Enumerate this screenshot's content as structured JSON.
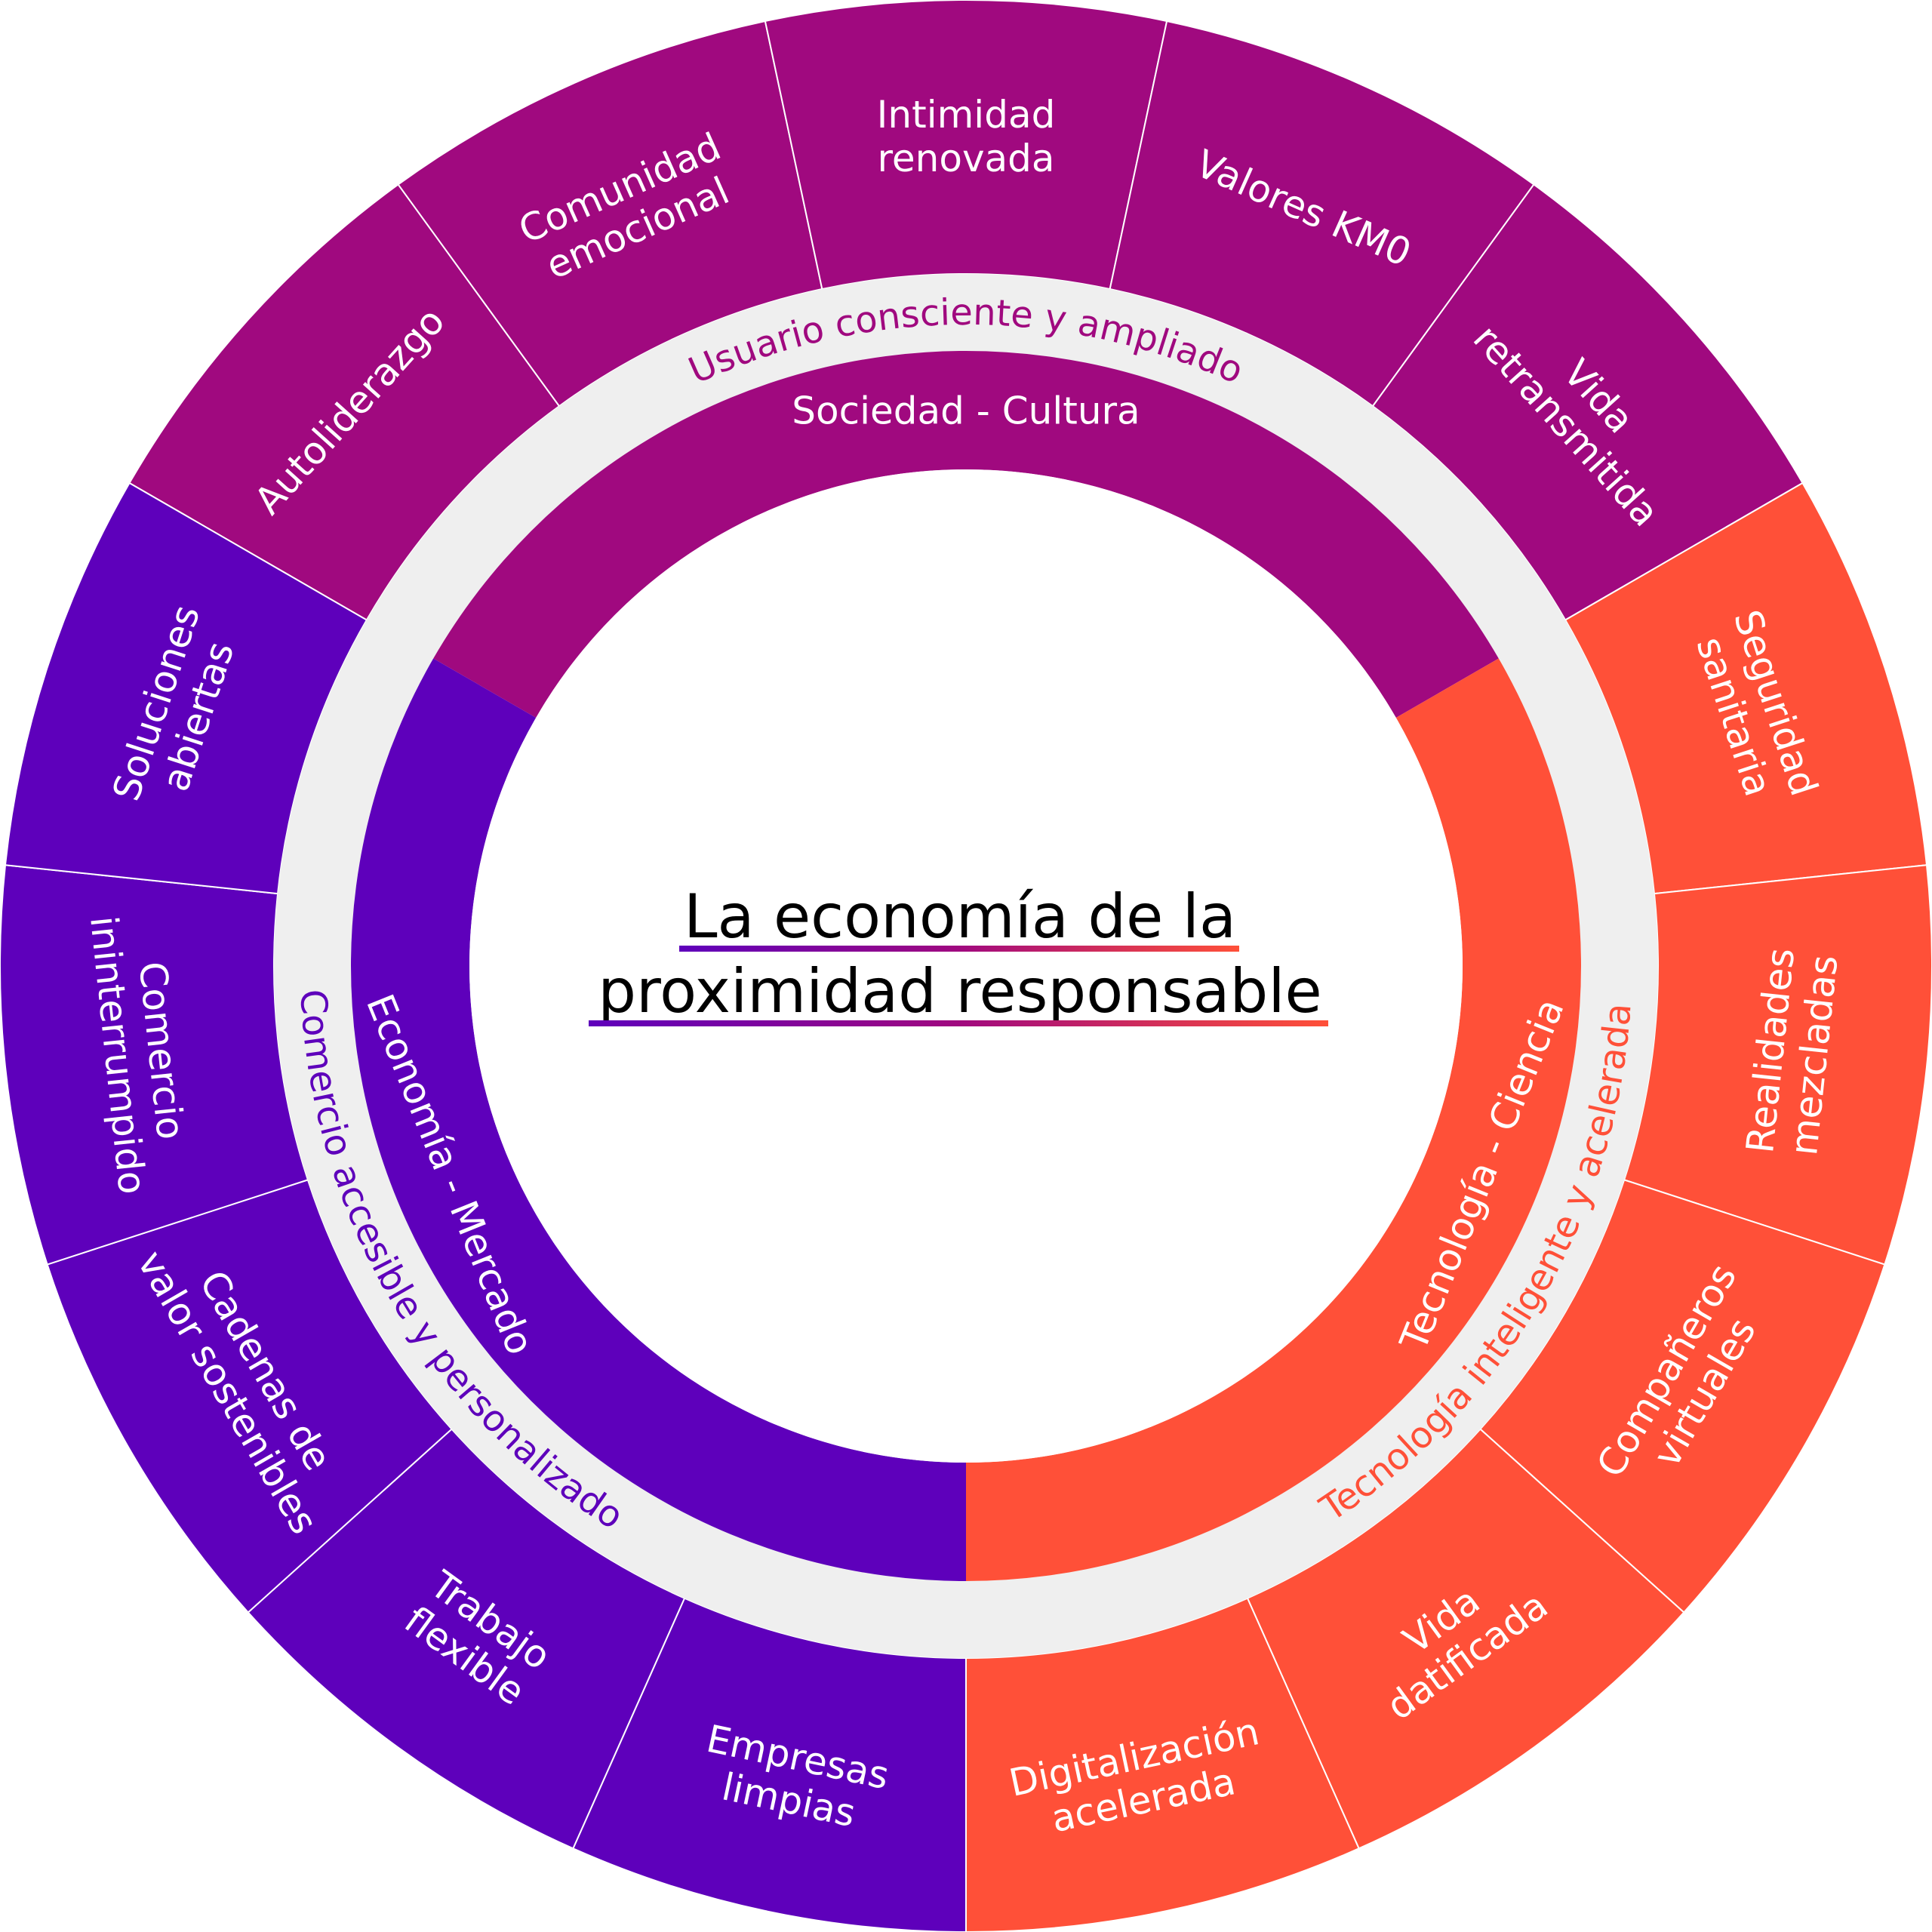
{
  "title": {
    "line1": "La economía de la",
    "line2": "proximidad responsable",
    "gradient": [
      "#5e00bb",
      "#a0097f",
      "#ff5038"
    ]
  },
  "colors": {
    "sociedad": "#a0097f",
    "economia": "#5e00bb",
    "tecnologia": "#ff5038",
    "ring": "#efefef",
    "divider": "#ffffff"
  },
  "categories": [
    {
      "id": "sociedad",
      "label": "Sociedad - Cultura"
    },
    {
      "id": "economia",
      "label": "Economía - Mercado"
    },
    {
      "id": "tecnologia",
      "label": "Tecnología - Ciencia"
    }
  ],
  "ring_labels": [
    {
      "id": "sociedad",
      "label": "Usuario consciente y ampliado"
    },
    {
      "id": "economia",
      "label": "Comercio accesible y personalizado"
    },
    {
      "id": "tecnologia",
      "label": "Tecnología inteligente y acelerada"
    }
  ],
  "outer_segments": [
    {
      "group": "sociedad",
      "lines": [
        "Autoliderazgo"
      ]
    },
    {
      "group": "sociedad",
      "lines": [
        "Comunidad",
        "emocional"
      ]
    },
    {
      "group": "sociedad",
      "lines": [
        "Intimidad",
        "renovada"
      ]
    },
    {
      "group": "sociedad",
      "lines": [
        "Valores KM0"
      ]
    },
    {
      "group": "sociedad",
      "lines": [
        "Vida",
        "retransmitida"
      ]
    },
    {
      "group": "tecnologia",
      "lines": [
        "Seguridad",
        "sanitaria"
      ]
    },
    {
      "group": "tecnologia",
      "lines": [
        "Realidades",
        "mezcladas"
      ]
    },
    {
      "group": "tecnologia",
      "lines": [
        "Compañeros",
        "virtuales"
      ]
    },
    {
      "group": "tecnologia",
      "lines": [
        "Vida",
        "datificada"
      ]
    },
    {
      "group": "tecnologia",
      "lines": [
        "Digitalización",
        "acelerada"
      ]
    },
    {
      "group": "economia",
      "lines": [
        "Empresas",
        "limpias"
      ]
    },
    {
      "group": "economia",
      "lines": [
        "Trabajo",
        "flexible"
      ]
    },
    {
      "group": "economia",
      "lines": [
        "Cadenas de",
        "valor sostenibles"
      ]
    },
    {
      "group": "economia",
      "lines": [
        "Comercio",
        "ininterrumpido"
      ]
    },
    {
      "group": "economia",
      "lines": [
        "Soluciones",
        "abiertas"
      ]
    }
  ]
}
